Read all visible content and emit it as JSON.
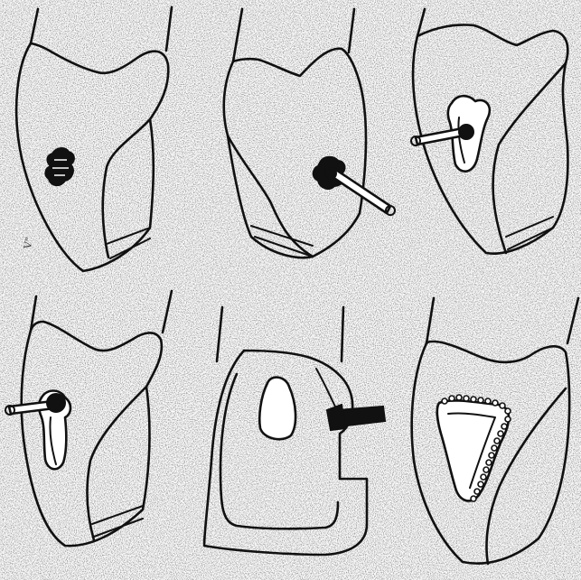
{
  "figure": {
    "panels": [
      {
        "id": "tooth-with-decay"
      },
      {
        "id": "drill-at-cavity"
      },
      {
        "id": "cavity-opened"
      },
      {
        "id": "cavity-deepened"
      },
      {
        "id": "cross-section-drill"
      },
      {
        "id": "cavity-prepared"
      }
    ],
    "side_mark": "V\""
  }
}
